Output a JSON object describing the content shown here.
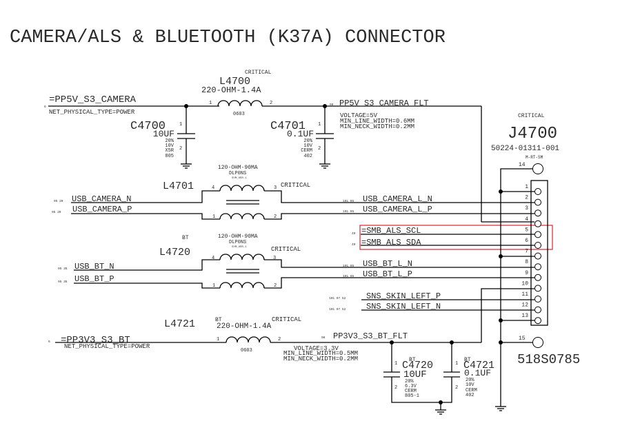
{
  "title": "CAMERA/ALS & BLUETOOTH (K37A) CONNECTOR",
  "highlight_color": "#d9262b",
  "nets": {
    "pp5v_camera": {
      "name": "=PP5V_S3_CAMERA",
      "ref": "6",
      "attr": "NET_PHYSICAL_TYPE=POWER"
    },
    "pp5v_camera_flt": {
      "name": "PP5V_S3_CAMERA_FLT",
      "ref": "98",
      "attrs": [
        "VOLTAGE=5V",
        "MIN_LINE_WIDTH=0.6MM",
        "MIN_NECK_WIDTH=0.2MM"
      ]
    },
    "usb_camera_n": {
      "name": "USB_CAMERA_N",
      "ref": "95 20"
    },
    "usb_camera_p": {
      "name": "USB_CAMERA_P",
      "ref": "95 20"
    },
    "usb_camera_l_n": {
      "name": "USB_CAMERA_L_N",
      "ref": "101 95"
    },
    "usb_camera_l_p": {
      "name": "USB_CAMERA_L_P",
      "ref": "101 95"
    },
    "smb_als_scl": {
      "name": "=SMB_ALS_SCL",
      "ref": "49"
    },
    "smb_als_sda": {
      "name": "=SMB_ALS_SDA",
      "ref": "49"
    },
    "usb_bt_n": {
      "name": "USB_BT_N",
      "ref": "95 35"
    },
    "usb_bt_p": {
      "name": "USB_BT_P",
      "ref": "95 35"
    },
    "usb_bt_l_n": {
      "name": "USB_BT_L_N",
      "ref": "101 95"
    },
    "usb_bt_l_p": {
      "name": "USB_BT_L_P",
      "ref": "101 95"
    },
    "sns_skin_left_p": {
      "name": "SNS_SKIN_LEFT_P",
      "ref": "101 97 52"
    },
    "sns_skin_left_n": {
      "name": "SNS_SKIN_LEFT_N",
      "ref": "101 97 52"
    },
    "pp3v3_bt": {
      "name": "=PP3V3_S3_BT",
      "ref": "6",
      "attr": "NET_PHYSICAL_TYPE=POWER"
    },
    "pp3v3_bt_flt": {
      "name": "PP3V3_S3_BT_FLT",
      "ref": "98",
      "attrs": [
        "VOLTAGE=3.3V",
        "MIN_LINE_WIDTH=0.5MM",
        "MIN_NECK_WIDTH=0.2MM"
      ]
    }
  },
  "components": {
    "L4700": {
      "ref": "L4700",
      "tag": "CRITICAL",
      "value": "220-OHM-1.4A",
      "package": "0603",
      "pin1": "1",
      "pin2": "2"
    },
    "C4700": {
      "ref": "C4700",
      "value": "10UF",
      "specs": [
        "20%",
        "10V",
        "X5R",
        "805"
      ],
      "pin1": "1",
      "pin2": "2"
    },
    "C4701": {
      "ref": "C4701",
      "value": "0.1UF",
      "specs": [
        "20%",
        "10V",
        "CERM",
        "402"
      ],
      "pin1": "1",
      "pin2": "2"
    },
    "L4701": {
      "ref": "L4701",
      "tag": "CRITICAL",
      "value": "120-OHM-90MA",
      "part": "DLP0NS",
      "sym": "SYM_VER-1",
      "pins": [
        "4",
        "3",
        "1",
        "2"
      ]
    },
    "L4720": {
      "ref": "L4720",
      "group": "BT",
      "tag": "CRITICAL",
      "value": "120-OHM-90MA",
      "part": "DLP0NS",
      "sym": "SYM_VER-1",
      "pins": [
        "4",
        "3",
        "1",
        "2"
      ]
    },
    "L4721": {
      "ref": "L4721",
      "group": "BT",
      "tag": "CRITICAL",
      "value": "220-OHM-1.4A",
      "package": "0603",
      "pin1": "1",
      "pin2": "2"
    },
    "C4720": {
      "ref": "C4720",
      "group": "BT",
      "value": "10UF",
      "specs": [
        "20%",
        "6.3V",
        "CERM",
        "805-1"
      ],
      "pin1": "1",
      "pin2": "2"
    },
    "C4721": {
      "ref": "C4721",
      "group": "BT",
      "value": "0.1UF",
      "specs": [
        "20%",
        "10V",
        "CERM",
        "402"
      ],
      "pin1": "1",
      "pin2": "2"
    },
    "J4700": {
      "ref": "J4700",
      "tag": "CRITICAL",
      "part": "50224-01311-001",
      "package": "M-RT-SM",
      "apn": "518S0785",
      "pins": [
        "1",
        "2",
        "3",
        "4",
        "5",
        "6",
        "7",
        "8",
        "9",
        "10",
        "11",
        "12",
        "13"
      ],
      "mount_pins": [
        "14",
        "15"
      ]
    }
  }
}
